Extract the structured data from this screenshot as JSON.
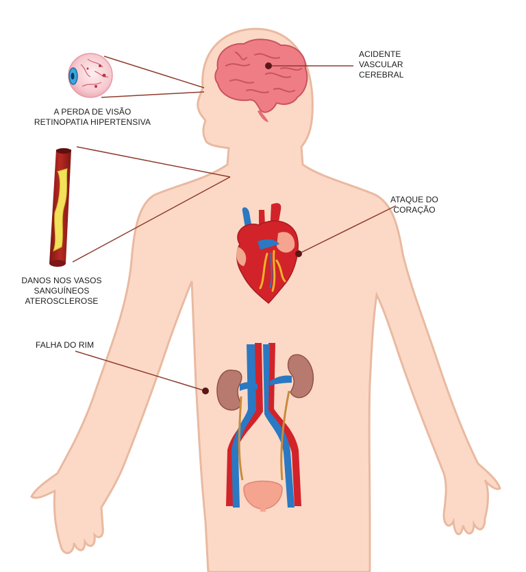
{
  "labels": {
    "stroke": [
      "Acidente",
      "Vascular",
      "Cerebral"
    ],
    "vision": [
      "A perda de visão",
      "Retinopatia hipertensiva"
    ],
    "vessels": [
      "Danos nos vasos",
      "sanguíneos",
      "aterosclerose"
    ],
    "heart": [
      "Ataque do",
      "coração"
    ],
    "kidney": [
      "Falha do rim"
    ]
  },
  "colors": {
    "skin": "#fbd9c6",
    "skin_outline": "#e9b9a0",
    "leader_line": "#8e3a2c",
    "leader_dot": "#5c1616",
    "brain": "#ee7d86",
    "artery": "#d2232a",
    "vein": "#2b79c2",
    "kidney": "#b87a6e",
    "bladder": "#f5a48f",
    "plaque": "#f2e15a"
  },
  "icons": [
    "eye-icon",
    "brain-icon",
    "heart-icon",
    "blood-vessel-icon",
    "kidney-icon",
    "bladder-icon"
  ]
}
